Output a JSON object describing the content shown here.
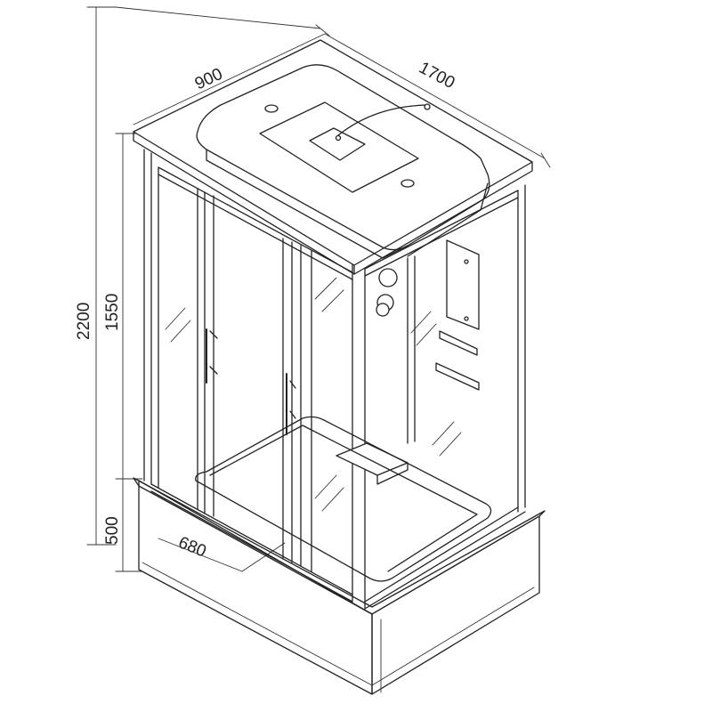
{
  "dimensions": {
    "depth": "900",
    "width": "1700",
    "total_height": "2200",
    "cabin_height": "1550",
    "tray_height": "500",
    "door_width": "680"
  },
  "colors": {
    "line": "#222222",
    "background": "#ffffff"
  }
}
